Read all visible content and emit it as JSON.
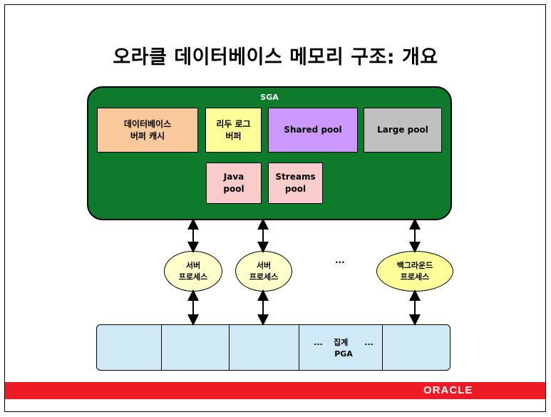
{
  "title": "오라클 데이터베이스 메모리 구조: 개요",
  "sga": {
    "label": "SGA",
    "components": {
      "db_buffer_cache": "데이터베이스\n버퍼 캐시",
      "redo_log_buffer": "리두 로그\n버퍼",
      "shared_pool": "Shared pool",
      "large_pool": "Large pool",
      "java_pool": "Java\npool",
      "streams_pool": "Streams\npool"
    }
  },
  "processes": {
    "server_process_1": "서버\n프로세스",
    "server_process_2": "서버\n프로세스",
    "ellipsis": "...",
    "background_process": "백그라운드\n프로세스"
  },
  "pga": {
    "dots_left": "...",
    "label_top": "집계",
    "dots_right": "...",
    "label_bottom": "PGA"
  },
  "footer": {
    "logo": "ORACLE"
  },
  "colors": {
    "sga": "#0d7a2c",
    "buffer_cache": "#f9c89b",
    "redo_buffer": "#ffff99",
    "shared_pool": "#cc99ff",
    "large_pool": "#c0c0c0",
    "java_streams": "#f9cccc",
    "process": "#ffffcc",
    "background": "#ffff99",
    "pga": "#cfe9f7",
    "footer_bar": "#ee1b24"
  }
}
